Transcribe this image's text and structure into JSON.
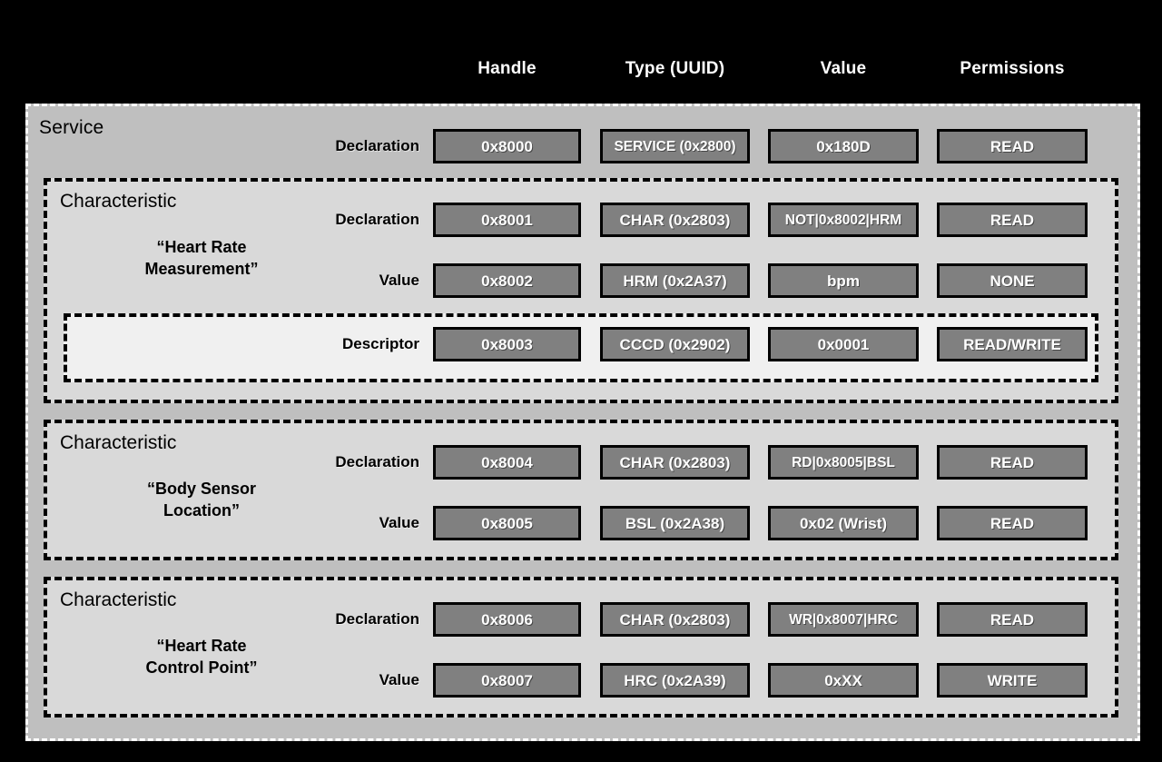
{
  "columns": [
    {
      "key": "handle",
      "label": "Handle"
    },
    {
      "key": "type",
      "label": "Type (UUID)"
    },
    {
      "key": "value",
      "label": "Value"
    },
    {
      "key": "permissions",
      "label": "Permissions"
    }
  ],
  "service": {
    "title": "Service",
    "declaration": {
      "row_label": "Declaration",
      "handle": "0x8000",
      "type": "SERVICE (0x2800)",
      "value": "0x180D",
      "permissions": "READ"
    }
  },
  "characteristics": [
    {
      "title": "Characteristic",
      "name": "“Heart Rate\nMeasurement”",
      "declaration": {
        "row_label": "Declaration",
        "handle": "0x8001",
        "type": "CHAR (0x2803)",
        "value": "NOT|0x8002|HRM",
        "permissions": "READ"
      },
      "value_row": {
        "row_label": "Value",
        "handle": "0x8002",
        "type": "HRM (0x2A37)",
        "value": "bpm",
        "permissions": "NONE"
      },
      "descriptor": {
        "row_label": "Descriptor",
        "handle": "0x8003",
        "type": "CCCD (0x2902)",
        "value": "0x0001",
        "permissions": "READ/WRITE"
      }
    },
    {
      "title": "Characteristic",
      "name": "“Body Sensor\nLocation”",
      "declaration": {
        "row_label": "Declaration",
        "handle": "0x8004",
        "type": "CHAR (0x2803)",
        "value": "RD|0x8005|BSL",
        "permissions": "READ"
      },
      "value_row": {
        "row_label": "Value",
        "handle": "0x8005",
        "type": "BSL (0x2A38)",
        "value": "0x02 (Wrist)",
        "permissions": "READ"
      }
    },
    {
      "title": "Characteristic",
      "name": "“Heart Rate\nControl Point”",
      "declaration": {
        "row_label": "Declaration",
        "handle": "0x8006",
        "type": "CHAR (0x2803)",
        "value": "WR|0x8007|HRC",
        "permissions": "READ"
      },
      "value_row": {
        "row_label": "Value",
        "handle": "0x8007",
        "type": "HRC (0x2A39)",
        "value": "0xXX",
        "permissions": "WRITE"
      }
    }
  ],
  "colors": {
    "background": "#000000",
    "service_fill": "#bfbfbf",
    "characteristic_fill": "#d9d9d9",
    "descriptor_fill": "#f0f0f0",
    "cell_fill": "#808080",
    "cell_border": "#000000",
    "cell_text": "#ffffff",
    "header_text": "#ffffff"
  }
}
